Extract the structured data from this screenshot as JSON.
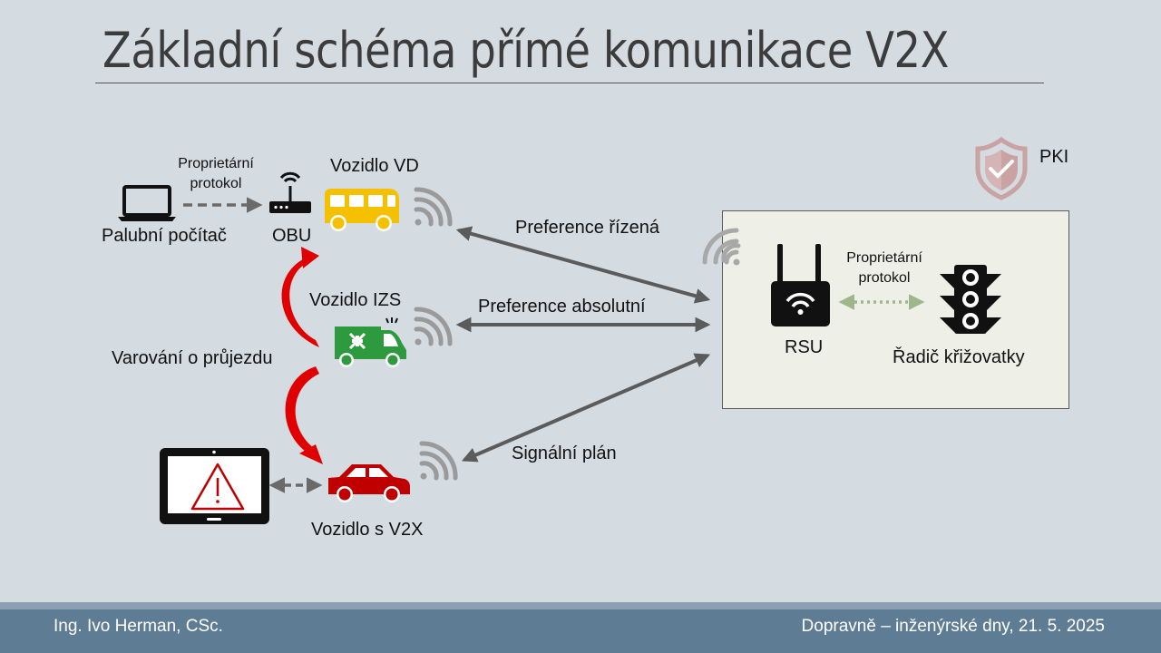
{
  "title": "Základní schéma přímé komunikace V2X",
  "labels": {
    "palubni_pocitac": "Palubní počítač",
    "proprietarni_protokol_top": "Proprietární\nprotokol",
    "obu": "OBU",
    "vozidlo_vd": "Vozidlo VD",
    "vozidlo_izs": "Vozidlo IZS",
    "varovani": "Varování o průjezdu",
    "vozidlo_v2x": "Vozidlo s V2X",
    "preference_rizena": "Preference řízená",
    "preference_absolutni": "Preference absolutní",
    "signalni_plan": "Signální plán",
    "pki": "PKI",
    "rsu": "RSU",
    "proprietarni_protokol_rsu": "Proprietární\nprotokol",
    "radic": "Řadič křižovatky"
  },
  "footer": {
    "author": "Ing. Ivo Herman, CSc.",
    "event": "Dopravně – inženýrské dny, 21. 5. 2025"
  },
  "colors": {
    "background": "#d4dbe1",
    "bus": "#f5c000",
    "ambulance": "#2e9a3e",
    "car": "#c00000",
    "arrow_red": "#e00000",
    "arrow_gray": "#5b5b5b",
    "shield": "#c9a2a2",
    "footer": "#5f7c95"
  }
}
